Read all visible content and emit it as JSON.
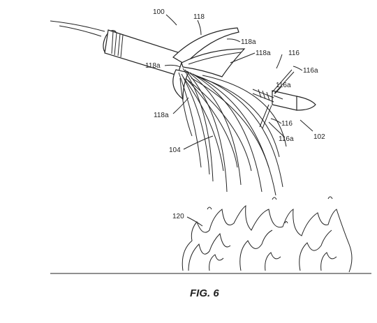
{
  "figure": {
    "caption": "FIG. 6",
    "labels": {
      "l100": "100",
      "l118": "118",
      "l118a_1": "118a",
      "l118a_2": "118a",
      "l118a_3": "118a",
      "l118a_4": "118a",
      "l116_top": "116",
      "l116a_1": "116a",
      "l116a_2": "116a",
      "l116_bot": "116",
      "l116a_3": "116a",
      "l102": "102",
      "l104": "104",
      "l120": "120"
    }
  }
}
